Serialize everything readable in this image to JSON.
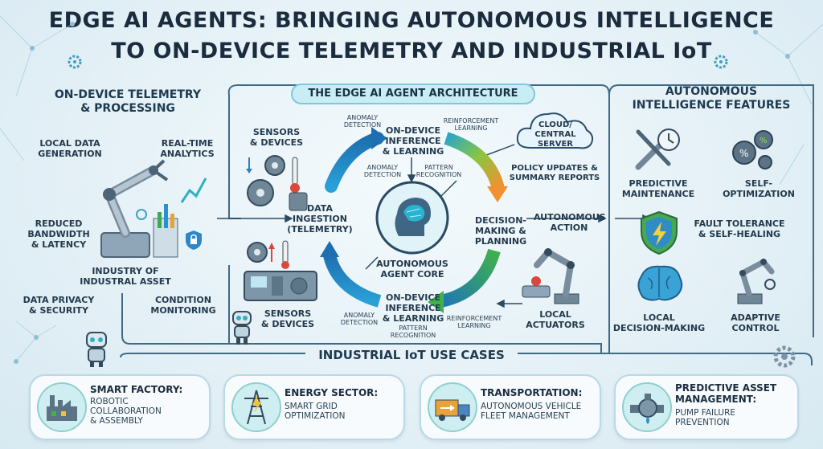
{
  "title": {
    "line1": "EDGE AI AGENTS: BRINGING AUTONOMOUS INTELLIGENCE",
    "line2": "TO ON-DEVICE TELEMETRY AND INDUSTRIAL IoT"
  },
  "left": {
    "heading_line1": "ON-DEVICE TELEMETRY",
    "heading_line2": "& PROCESSING",
    "local_data_1": "LOCAL DATA",
    "local_data_2": "GENERATION",
    "realtime_1": "REAL-TIME",
    "realtime_2": "ANALYTICS",
    "reduced_1": "REDUCED",
    "reduced_2": "BANDWIDTH",
    "reduced_3": "& LATENCY",
    "industry_1": "INDUSTRY OF",
    "industry_2": "INDUSTRAL ASSET",
    "privacy_1": "DATA PRIVACY",
    "privacy_2": "& SECURITY",
    "condition_1": "CONDITION",
    "condition_2": "MONITORING"
  },
  "center": {
    "heading": "THE EDGE AI AGENT ARCHITECTURE",
    "sensors_top_1": "SENSORS",
    "sensors_top_2": "& DEVICES",
    "sensors_bottom_1": "SENSORS",
    "sensors_bottom_2": "& DEVICES",
    "anomaly_top": "ANOMALY\nDETECTION",
    "inference_top_1": "ON-DEVICE",
    "inference_top_2": "INFERENCE",
    "inference_top_3": "& LEARNING",
    "reinforcement_top": "REINFORCEMENT\nLEARNING",
    "anomaly_mid": "ANOMALY\nDETECTION",
    "pattern_top": "PATTERN\nRECOGNITION",
    "cloud_1": "CLOUD/",
    "cloud_2": "CENTRAL",
    "cloud_3": "SERVER",
    "policy_1": "POLICY UPDATES &",
    "policy_2": "SUMMARY REPORTS",
    "ingestion_1": "DATA",
    "ingestion_2": "INGESTION",
    "ingestion_3": "(TELEMETRY)",
    "decision_1": "DECISION-",
    "decision_2": "MAKING &",
    "decision_3": "PLANNING",
    "autonomous_action_1": "AUTONOMOUS",
    "autonomous_action_2": "ACTION",
    "core_1": "AUTONOMOUS",
    "core_2": "AGENT CORE",
    "inference_bottom_1": "ON-DEVICE",
    "inference_bottom_2": "INFERENCE",
    "inference_bottom_3": "& LEARNING",
    "pattern_bottom": "PATTERN\nRECOGNITION",
    "anomaly_bottom": "ANOMALY\nDETECTION",
    "reinforcement_bottom": "REINFORCEMENT\nLEARNING",
    "actuators_1": "LOCAL",
    "actuators_2": "ACTUATORS"
  },
  "right": {
    "heading_line1": "AUTONOMOUS",
    "heading_line2": "INTELLIGENCE FEATURES",
    "predictive_1": "PREDICTIVE",
    "predictive_2": "MAINTENANCE",
    "selfopt_1": "SELF-",
    "selfopt_2": "OPTIMIZATION",
    "fault_1": "FAULT TOLERANCE",
    "fault_2": "& SELF-HEALING",
    "local_dm_1": "LOCAL",
    "local_dm_2": "DECISION-MAKING",
    "adaptive_1": "ADAPTIVE",
    "adaptive_2": "CONTROL"
  },
  "use_cases": {
    "heading": "INDUSTRIAL IoT USE CASES",
    "cards": [
      {
        "title": "SMART FACTORY:",
        "sub1": "ROBOTIC",
        "sub2": "COLLABORATION",
        "sub3": "& ASSEMBLY"
      },
      {
        "title": "ENERGY SECTOR:",
        "sub1": "SMART GRID",
        "sub2": "OPTIMIZATION",
        "sub3": ""
      },
      {
        "title": "TRANSPORTATION:",
        "sub1": "AUTONOMOUS VEHICLE",
        "sub2": "FLEET MANAGEMENT",
        "sub3": ""
      },
      {
        "title": "PREDICTIVE ASSET",
        "title2": "MANAGEMENT:",
        "sub1": "PUMP FAILURE",
        "sub2": "PREVENTION",
        "sub3": ""
      }
    ]
  },
  "colors": {
    "accent_teal": "#2bb3c0",
    "accent_blue": "#1f6fb5",
    "accent_green": "#5cbf4a",
    "accent_orange": "#f28c28",
    "frame": "#3f6a86"
  },
  "icons": [
    "robot-arm-icon",
    "gear-icon",
    "thermometer-icon",
    "shield-lock-icon",
    "brain-icon",
    "cloud-icon",
    "wrench-icon",
    "lightning-shield-icon",
    "factory-icon",
    "power-tower-icon",
    "truck-icon",
    "pump-icon",
    "mini-robot-icon"
  ]
}
